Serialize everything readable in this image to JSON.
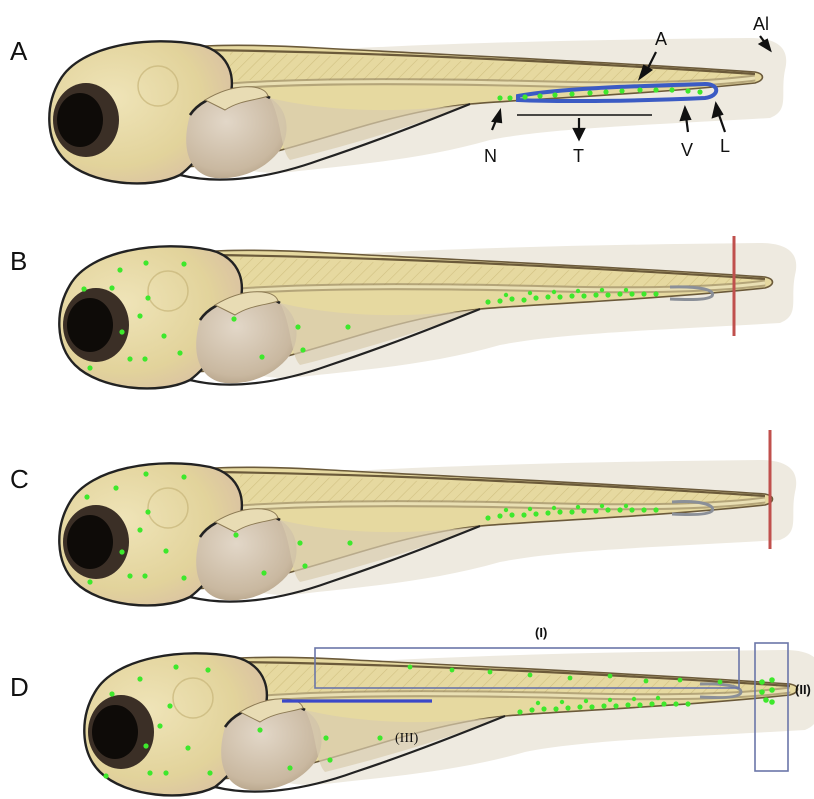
{
  "panels": [
    {
      "letter": "A",
      "labels": {
        "anterior": "A",
        "anal": "Al",
        "notochord": "N",
        "tail": "T",
        "vein": "V",
        "lumen": "L"
      }
    },
    {
      "letter": "B"
    },
    {
      "letter": "C"
    },
    {
      "letter": "D",
      "regions": {
        "one": "(I)",
        "two": "(II)",
        "three": "(III)"
      }
    }
  ],
  "colors": {
    "body": "#e6d9a0",
    "fin": "#eeeae0",
    "yolk": "#c8b79f",
    "eye": "#1a1410",
    "fluorescence": "#3ee82c",
    "vessel_blue": "#3b5bc4",
    "cut_line": "#c0504d",
    "region_box": "#6b76a8"
  }
}
